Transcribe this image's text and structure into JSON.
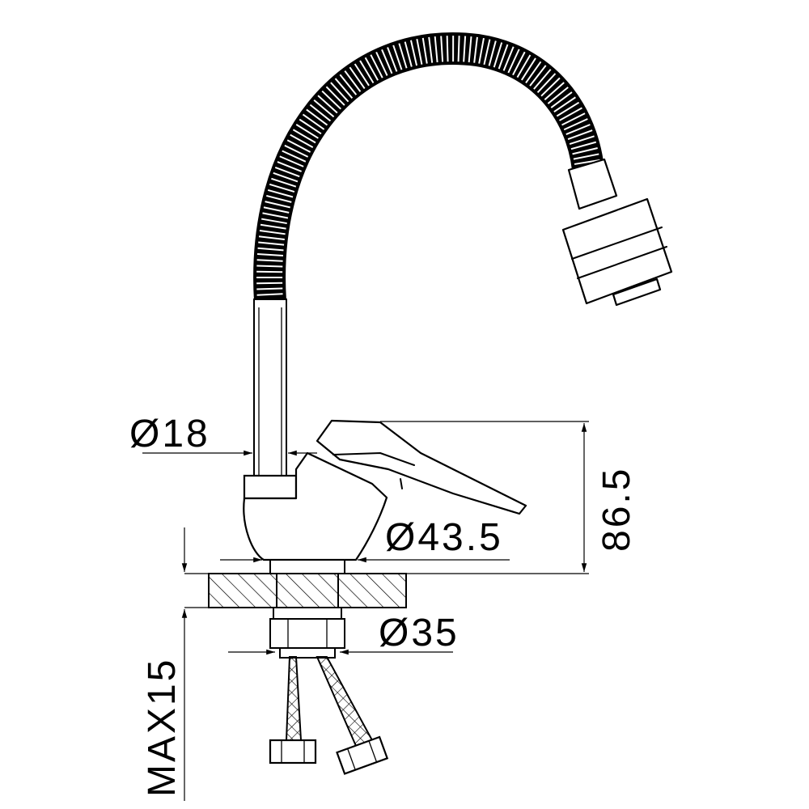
{
  "dimensions": {
    "inlet_diameter": "Ø18",
    "body_diameter": "Ø43.5",
    "mount_diameter": "Ø35",
    "height": "86.5",
    "max_thickness": "MAX15"
  }
}
